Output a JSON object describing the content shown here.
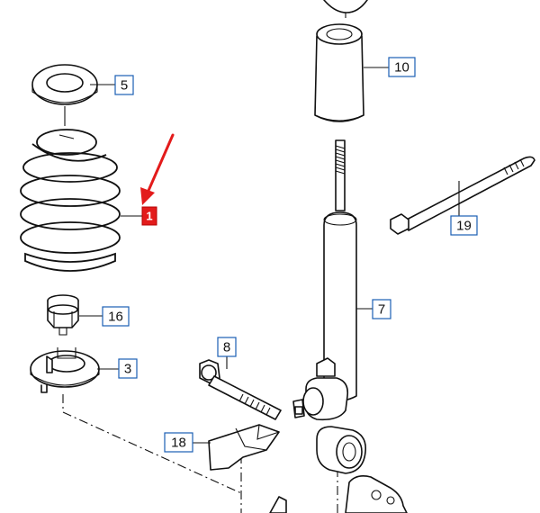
{
  "callouts": {
    "c5": "5",
    "c10": "10",
    "c1": "1",
    "c19": "19",
    "c16": "16",
    "c7": "7",
    "c8": "8",
    "c3": "3",
    "c18": "18"
  },
  "colors": {
    "callout_border": "#1a5fb4",
    "highlight": "#e31b1b",
    "line": "#111111"
  }
}
